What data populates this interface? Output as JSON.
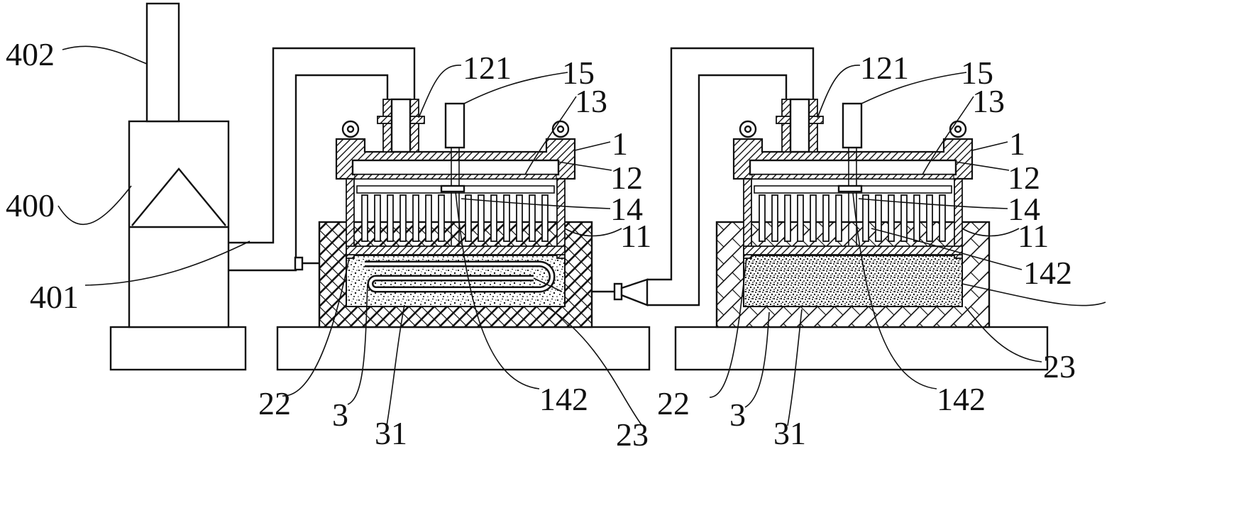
{
  "labels": {
    "l402": "402",
    "l400": "400",
    "l401": "401",
    "a121": "121",
    "a15": "15",
    "a13": "13",
    "a1": "1",
    "a12": "12",
    "a14": "14",
    "a11": "11",
    "a22": "22",
    "a3": "3",
    "a31": "31",
    "a142": "142",
    "a23": "23",
    "b121": "121",
    "b15": "15",
    "b13": "13",
    "b1": "1",
    "b12": "12",
    "b14": "14",
    "b11": "11",
    "b142r": "142",
    "b23r": "23",
    "b22": "22",
    "b3": "3",
    "b31": "31",
    "b142": "142"
  }
}
